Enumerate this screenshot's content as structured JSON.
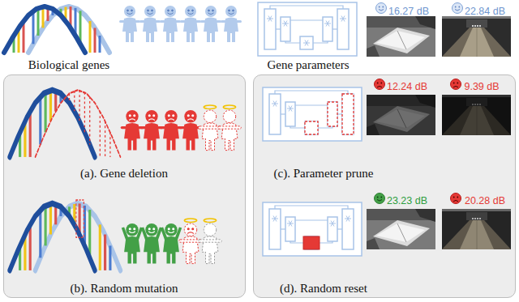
{
  "diagram": {
    "nodes": [
      {
        "text": [
          "(a). Gene deletion",
          "(b). Random mutation"
        ]
      },
      {
        "text": [
          "(c). Parameter prune",
          "(d). Random reset"
        ]
      }
    ],
    "labels": [
      "Biological genes",
      "Gene parameters",
      "16.27 dB",
      "22.84 dB",
      "12.24 dB",
      "9.39 dB",
      "23.23 dB",
      "20.28 dB"
    ]
  }
}
